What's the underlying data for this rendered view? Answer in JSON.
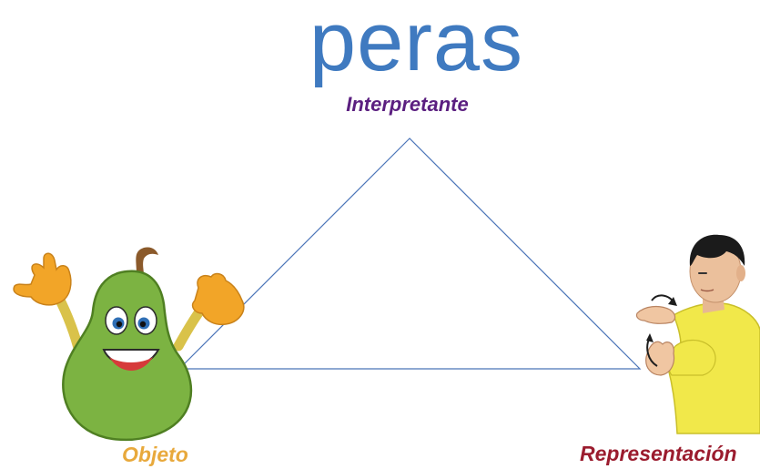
{
  "sign_word": "peras",
  "labels": {
    "interpretant": "Interpretante",
    "object": "Objeto",
    "representation": "Representación"
  },
  "colors": {
    "sign_word": "#3f7ac0",
    "interpretant": "#5b1f80",
    "object": "#e8a93c",
    "representation": "#9b1c2e",
    "triangle": "#4a74b8"
  },
  "illustrations": {
    "object": "cartoon-pear",
    "representation": "sign-language-signer"
  }
}
